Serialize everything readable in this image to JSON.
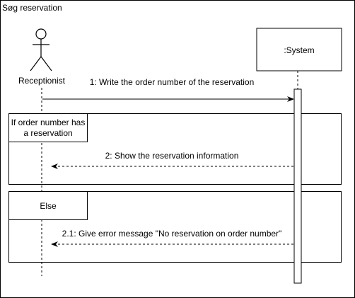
{
  "diagram": {
    "title": "Søg reservation",
    "actor": {
      "label": "Receptionist"
    },
    "system": {
      "label": ":System"
    },
    "messages": [
      {
        "label": "1: Write the order number of the reservation"
      },
      {
        "label": "2: Show the reservation information"
      },
      {
        "label": "2.1: Give error message \"No reservation on order number\""
      }
    ],
    "fragments": [
      {
        "guard_line1": "If order number has",
        "guard_line2": "a reservation"
      },
      {
        "guard_line1": "Else"
      }
    ]
  }
}
